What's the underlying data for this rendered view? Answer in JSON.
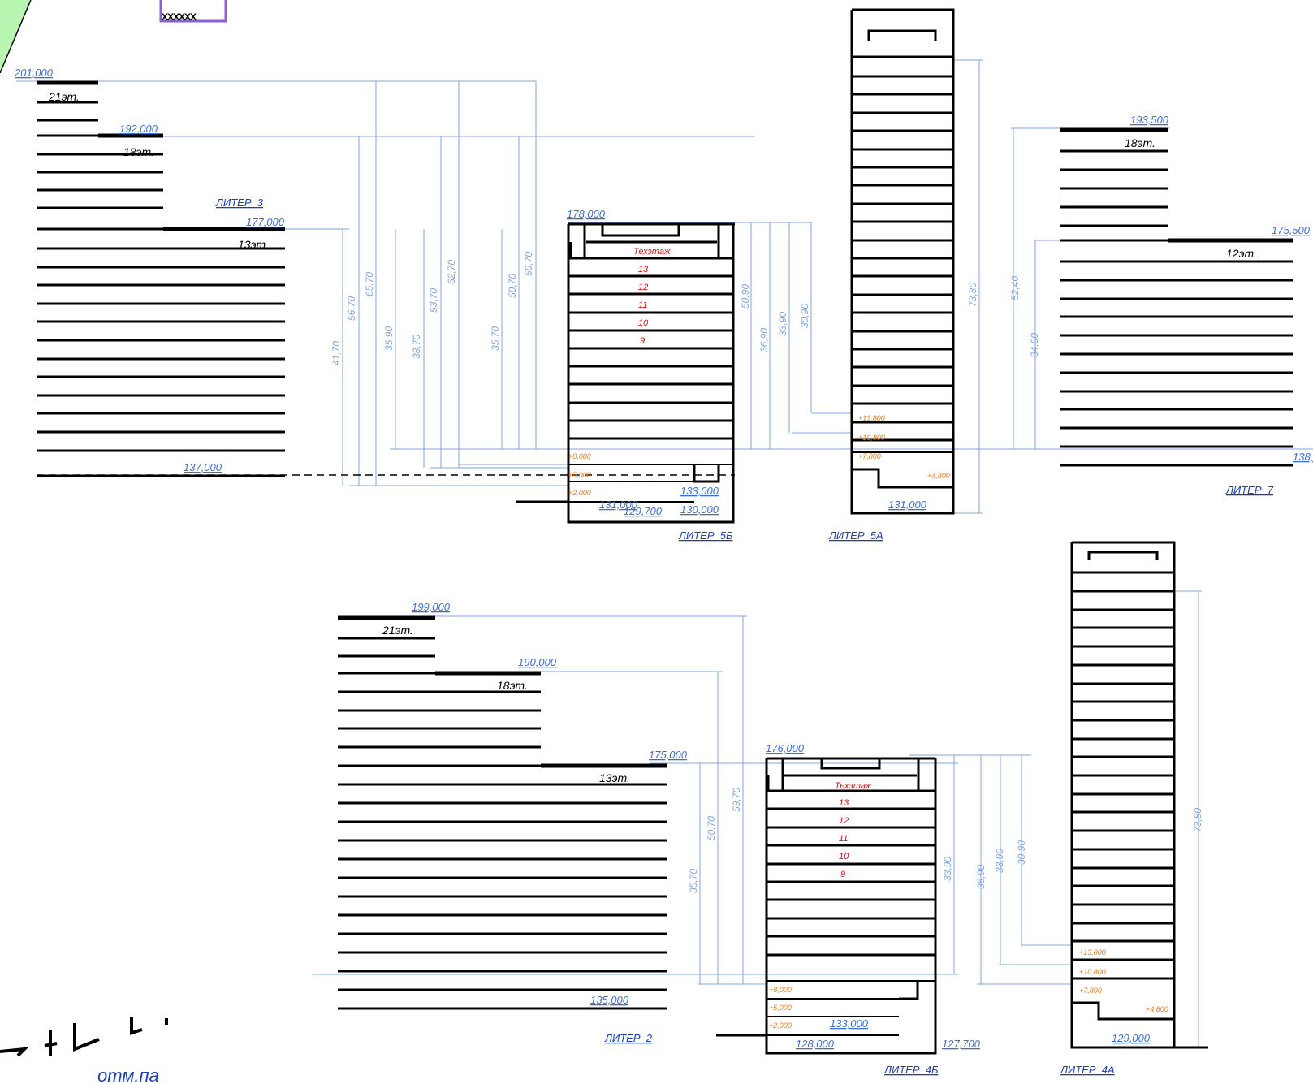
{
  "colors": {
    "dim": "#7fa4e6",
    "mark": "#3b6fd6",
    "label": "#1a3fc0",
    "red": "#e01010",
    "orange": "#f07a1a",
    "green": "#b7f5b0",
    "purple": "#8b5fd6"
  },
  "buildings": {
    "liter3": {
      "name": "ЛИТЕР_3",
      "marks": [
        "201,000",
        "192,000",
        "177,000",
        "137,000"
      ],
      "floors": [
        "21эт.",
        "18эт.",
        "13эт."
      ],
      "dims": [
        "41,70",
        "56,70",
        "65,70",
        "35,90",
        "38,70",
        "53,70",
        "62,70",
        "35,70",
        "50,70",
        "59,70"
      ]
    },
    "liter5b": {
      "name": "ЛИТЕР_5Б",
      "marks": [
        "178,000",
        "133,000",
        "131,000",
        "129,700",
        "130,000"
      ],
      "levels": [
        "Техэтаж",
        "13",
        "12",
        "11",
        "10",
        "9"
      ],
      "elev": [
        "+8,000",
        "+5,000",
        "+2,000"
      ],
      "dims": [
        "50,90"
      ]
    },
    "liter5a": {
      "name": "ЛИТЕР_5А",
      "marks": [
        "131,000"
      ],
      "elev": [
        "+13,800",
        "+10,800",
        "+7,800",
        "+4,800"
      ],
      "dims": [
        "36,90",
        "33,90",
        "30,90",
        "73,80"
      ]
    },
    "liter7": {
      "name": "ЛИТЕР_7",
      "marks": [
        "193,500",
        "175,500",
        "138,"
      ],
      "floors": [
        "18эт.",
        "12эт."
      ],
      "dims": [
        "52,40",
        "34,00"
      ]
    },
    "liter2": {
      "name": "ЛИТЕР_2",
      "marks": [
        "199,000",
        "190,000",
        "175,000",
        "135,000"
      ],
      "floors": [
        "21эт.",
        "18эт.",
        "13эт."
      ],
      "dims": [
        "35,70",
        "50,70",
        "59,70"
      ]
    },
    "liter4b": {
      "name": "ЛИТЕР_4Б",
      "marks": [
        "176,000",
        "133,000",
        "128,000",
        "127,700"
      ],
      "levels": [
        "Техэтаж",
        "13",
        "12",
        "11",
        "10",
        "9"
      ],
      "elev": [
        "+8,000",
        "+5,000",
        "+2,000"
      ],
      "dims": [
        "33,90"
      ]
    },
    "liter4a": {
      "name": "ЛИТЕР_4А",
      "marks": [
        "129,000"
      ],
      "elev": [
        "+13,800",
        "+10,800",
        "+7,800",
        "+4,800"
      ],
      "dims": [
        "36,90",
        "33,90",
        "30,90",
        "73,80"
      ]
    }
  },
  "logo": {
    "text": "отм.па"
  },
  "legend_pattern": "XXXXXX"
}
